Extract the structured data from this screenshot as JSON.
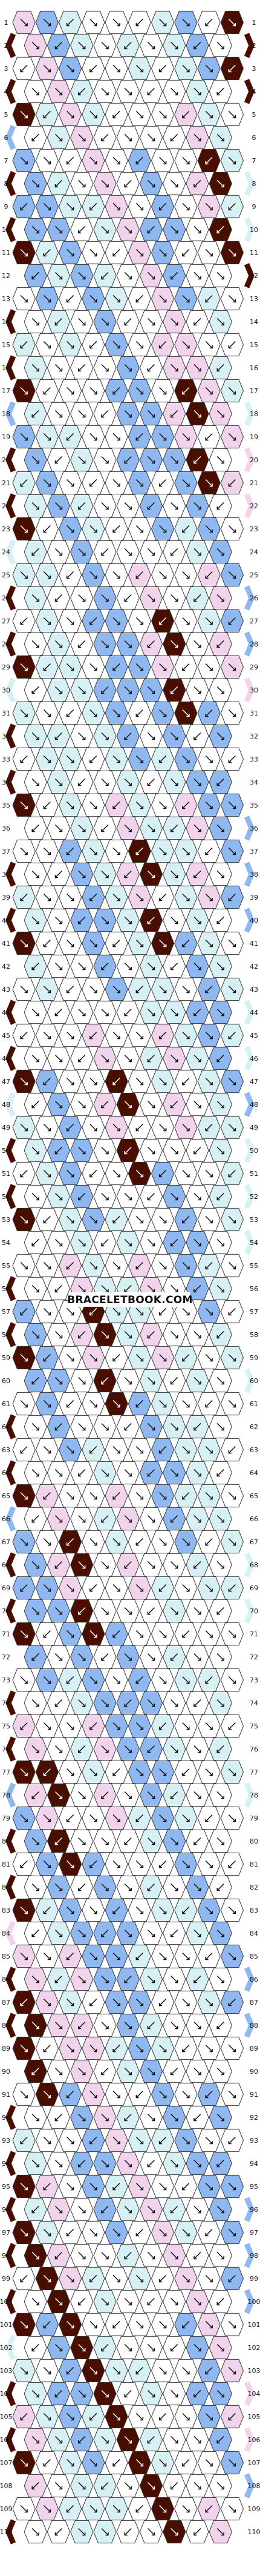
{
  "watermark": "BRACELETBOOK.COM",
  "rows": 110,
  "strings": 20,
  "knots_per_row": 10,
  "strand_colors": [
    "#F2D3EC",
    "#4A0E00",
    "#8FB8F0",
    "#FFFFFF",
    "#8FB8F0",
    "#D6F0F4",
    "#FFFFFF",
    "#D6F0F4",
    "#FFFFFF",
    "#FFFFFF",
    "#D6F0F4",
    "#FFFFFF",
    "#D6F0F4",
    "#FFFFFF",
    "#8FB8F0",
    "#FFFFFF",
    "#8FB8F0",
    "#FFFFFF",
    "#4A0E00",
    "#F2D3EC"
  ],
  "palette": {
    "brown": "#4A0E00",
    "blue": "#8FB8F0",
    "pink": "#F2D3EC",
    "white": "#FFFFFF",
    "aqua": "#D6F0F4",
    "outline": "#333333"
  },
  "row_labels": [
    "1",
    "2",
    "3",
    "4",
    "5",
    "6",
    "7",
    "8",
    "9",
    "10",
    "11",
    "12",
    "13",
    "14",
    "15",
    "16",
    "17",
    "18",
    "19",
    "20",
    "21",
    "22",
    "23",
    "24",
    "25",
    "26",
    "27",
    "28",
    "29",
    "30",
    "31",
    "32",
    "33",
    "34",
    "35",
    "36",
    "37",
    "38",
    "39",
    "40",
    "41",
    "42",
    "43",
    "44",
    "45",
    "46",
    "47",
    "48",
    "49",
    "50",
    "51",
    "52",
    "53",
    "54",
    "55",
    "56",
    "57",
    "58",
    "59",
    "60",
    "61",
    "62",
    "63",
    "64",
    "65",
    "66",
    "67",
    "68",
    "69",
    "70",
    "71",
    "72",
    "73",
    "74",
    "75",
    "76",
    "77",
    "78",
    "79",
    "80",
    "81",
    "82",
    "83",
    "84",
    "85",
    "86",
    "87",
    "88",
    "89",
    "90",
    "91",
    "92",
    "93",
    "94",
    "95",
    "96",
    "97",
    "98",
    "99",
    "100",
    "101",
    "102",
    "103",
    "104",
    "105",
    "106",
    "107",
    "108",
    "109",
    "110"
  ]
}
